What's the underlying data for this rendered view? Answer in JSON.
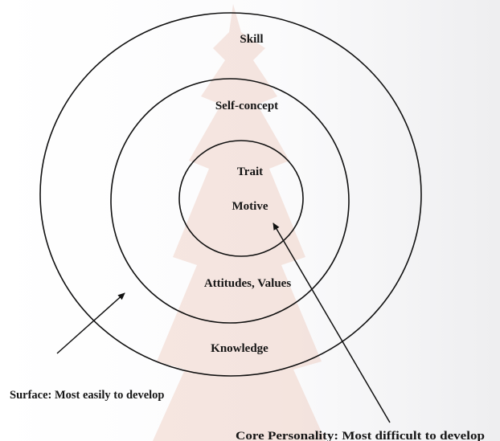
{
  "layers": {
    "outer": "Skill",
    "middle": "Self-concept",
    "core_top": "Trait",
    "core_bottom": "Motive",
    "middle_lower": "Attitudes, Values",
    "outer_lower": "Knowledge"
  },
  "annotations": {
    "surface": "Surface: Most easily to develop",
    "core": "Core Personality: Most difficult to develop"
  },
  "colors": {
    "ink": "#111111",
    "watermark": "#e9b9a8"
  }
}
